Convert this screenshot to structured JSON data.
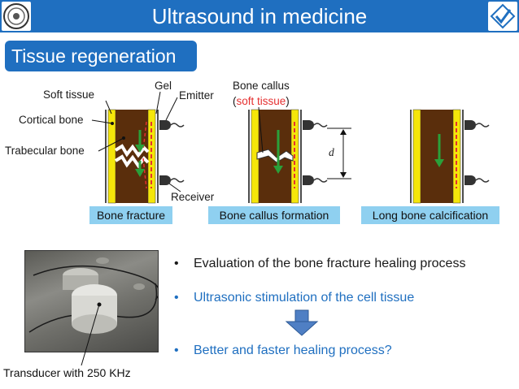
{
  "header": {
    "title": "Ultrasound in medicine"
  },
  "section": {
    "title": "Tissue regeneration"
  },
  "diagram": {
    "labels": {
      "soft_tissue": "Soft tissue",
      "gel": "Gel",
      "emitter": "Emitter",
      "cortical_bone": "Cortical bone",
      "trabecular_bone": "Trabecular bone",
      "receiver": "Receiver",
      "callus_line1": "Bone callus",
      "callus_open": "(",
      "callus_soft": "soft tissue",
      "callus_close": ")",
      "distance": "d"
    },
    "stages": [
      "Bone fracture",
      "Bone callus formation",
      "Long bone calcification"
    ]
  },
  "photo": {
    "caption": "Transducer with 250 KHz"
  },
  "bullets": {
    "dot": "•",
    "items": [
      "Evaluation of the bone fracture healing process",
      "Ultrasonic stimulation of the cell tissue",
      "Better and faster healing process?"
    ]
  },
  "colors": {
    "brand_blue": "#1f6fc0",
    "stage_bg": "#8fd0f0",
    "bone_yellow": "#f5e60a",
    "marrow_brown": "#5a2e0c",
    "wave_red": "#e53030",
    "wave_green": "#2aa03a"
  }
}
